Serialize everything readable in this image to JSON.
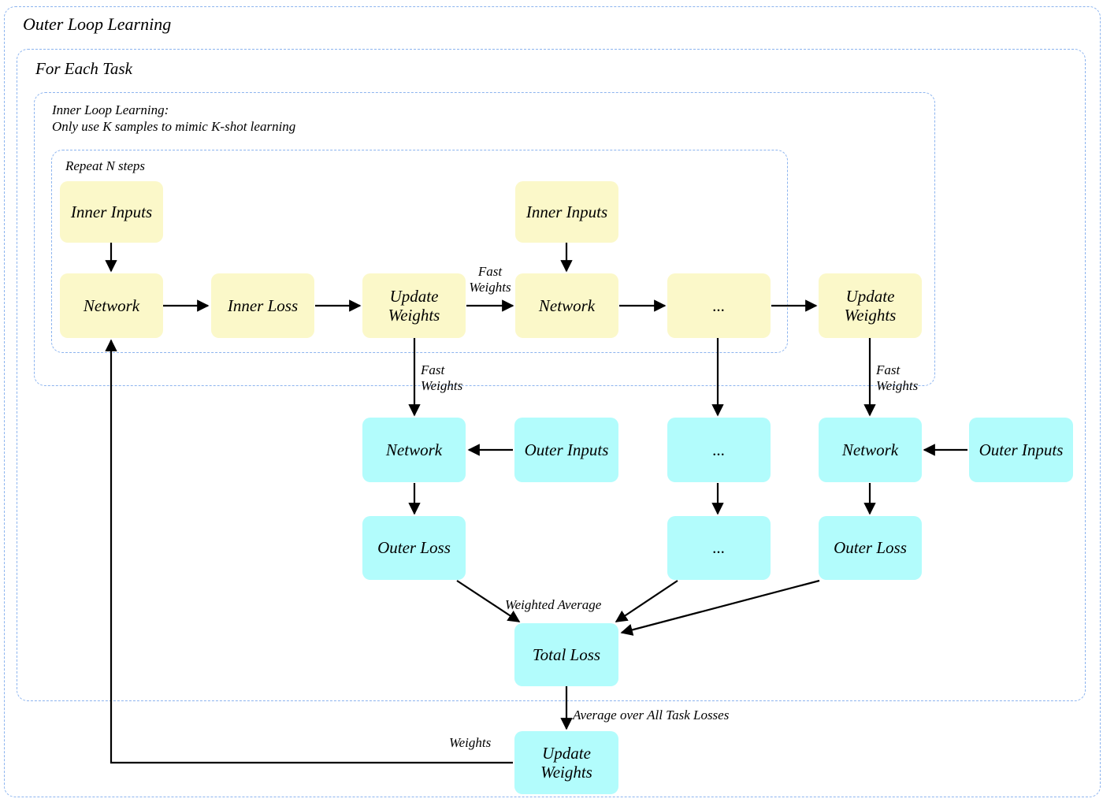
{
  "diagram": {
    "title": "Outer Loop Learning",
    "colors": {
      "yellow_node": "#fbf8c9",
      "cyan_node": "#b2fcfc",
      "group_border": "#8cb4ef",
      "edge": "#000000",
      "background": "#ffffff"
    },
    "groups": [
      {
        "id": "outer-loop",
        "label": "Outer Loop Learning"
      },
      {
        "id": "for-each-task",
        "label": "For Each Task"
      },
      {
        "id": "inner-loop",
        "label": "Inner Loop Learning:\nOnly use K samples to mimic K-shot learning"
      },
      {
        "id": "repeat-n",
        "label": "Repeat N steps"
      }
    ],
    "nodes": [
      {
        "id": "inner-inputs-1",
        "label": "Inner Inputs",
        "color": "yellow"
      },
      {
        "id": "network-1",
        "label": "Network",
        "color": "yellow"
      },
      {
        "id": "inner-loss-1",
        "label": "Inner Loss",
        "color": "yellow"
      },
      {
        "id": "update-weights-1",
        "label": "Update\nWeights",
        "color": "yellow"
      },
      {
        "id": "inner-inputs-2",
        "label": "Inner Inputs",
        "color": "yellow"
      },
      {
        "id": "network-2",
        "label": "Network",
        "color": "yellow"
      },
      {
        "id": "ellipsis-inner",
        "label": "...",
        "color": "yellow"
      },
      {
        "id": "update-weights-2",
        "label": "Update\nWeights",
        "color": "yellow"
      },
      {
        "id": "outer-network-1",
        "label": "Network",
        "color": "cyan"
      },
      {
        "id": "outer-inputs-1",
        "label": "Outer Inputs",
        "color": "cyan"
      },
      {
        "id": "ellipsis-net",
        "label": "...",
        "color": "cyan"
      },
      {
        "id": "outer-network-2",
        "label": "Network",
        "color": "cyan"
      },
      {
        "id": "outer-inputs-2",
        "label": "Outer Inputs",
        "color": "cyan"
      },
      {
        "id": "outer-loss-1",
        "label": "Outer Loss",
        "color": "cyan"
      },
      {
        "id": "ellipsis-loss",
        "label": "...",
        "color": "cyan"
      },
      {
        "id": "outer-loss-2",
        "label": "Outer Loss",
        "color": "cyan"
      },
      {
        "id": "total-loss",
        "label": "Total Loss",
        "color": "cyan"
      },
      {
        "id": "update-weights-outer",
        "label": "Update\nWeights",
        "color": "cyan"
      }
    ],
    "edge_labels": [
      {
        "id": "fast-weights-h1",
        "text": "Fast\nWeights"
      },
      {
        "id": "fast-weights-v1",
        "text": "Fast\nWeights"
      },
      {
        "id": "fast-weights-v2",
        "text": "Fast\nWeights"
      },
      {
        "id": "weighted-average",
        "text": "Weighted Average"
      },
      {
        "id": "average-all-tasks",
        "text": "Average over All Task Losses"
      },
      {
        "id": "weights",
        "text": "Weights"
      }
    ]
  }
}
